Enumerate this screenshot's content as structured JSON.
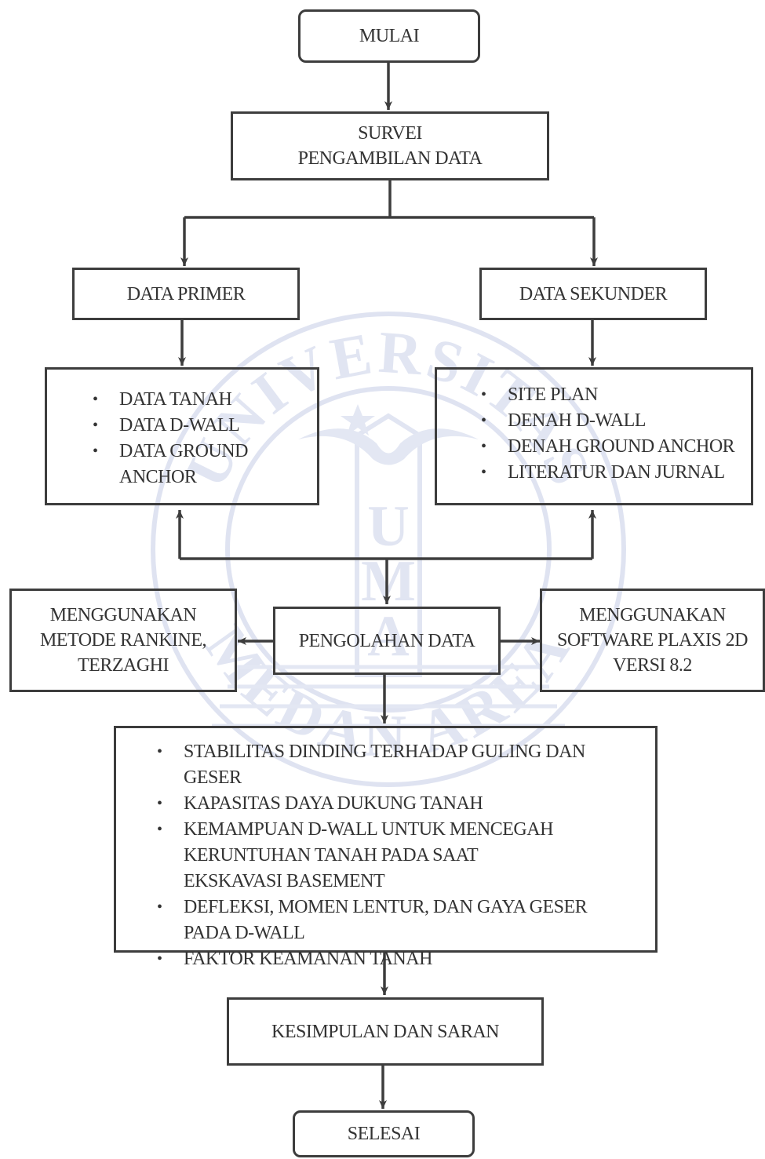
{
  "flowchart": {
    "start": "MULAI",
    "survey": [
      "SURVEI",
      "PENGAMBILAN DATA"
    ],
    "primary_data": "DATA PRIMER",
    "secondary_data": "DATA SEKUNDER",
    "primary_items": [
      "DATA TANAH",
      "DATA D-WALL",
      "DATA GROUND ANCHOR"
    ],
    "secondary_items": [
      "SITE PLAN",
      "DENAH D-WALL",
      "DENAH GROUND ANCHOR",
      "LITERATUR DAN JURNAL"
    ],
    "processing": "PENGOLAHAN DATA",
    "method_left": [
      "MENGGUNAKAN",
      "METODE RANKINE,",
      "TERZAGHI"
    ],
    "method_right": [
      "MENGGUNAKAN",
      "SOFTWARE PLAXIS 2D",
      "VERSI 8.2"
    ],
    "results": [
      "STABILITAS DINDING TERHADAP GULING DAN GESER",
      "KAPASITAS DAYA DUKUNG TANAH",
      "KEMAMPUAN D-WALL UNTUK MENCEGAH KERUNTUHAN TANAH PADA SAAT EKSKAVASI BASEMENT",
      "DEFLEKSI, MOMEN LENTUR,  DAN GAYA GESER  PADA D-WALL",
      "FAKTOR KEAMANAN TANAH"
    ],
    "conclusion": "KESIMPULAN DAN SARAN",
    "end": "SELESAI"
  },
  "watermark": {
    "ring_top": "UNIVERSITAS",
    "ring_bottom": "MEDAN AREA",
    "shield_letters": [
      "U",
      "M",
      "A"
    ],
    "color": "#d7dcee"
  }
}
